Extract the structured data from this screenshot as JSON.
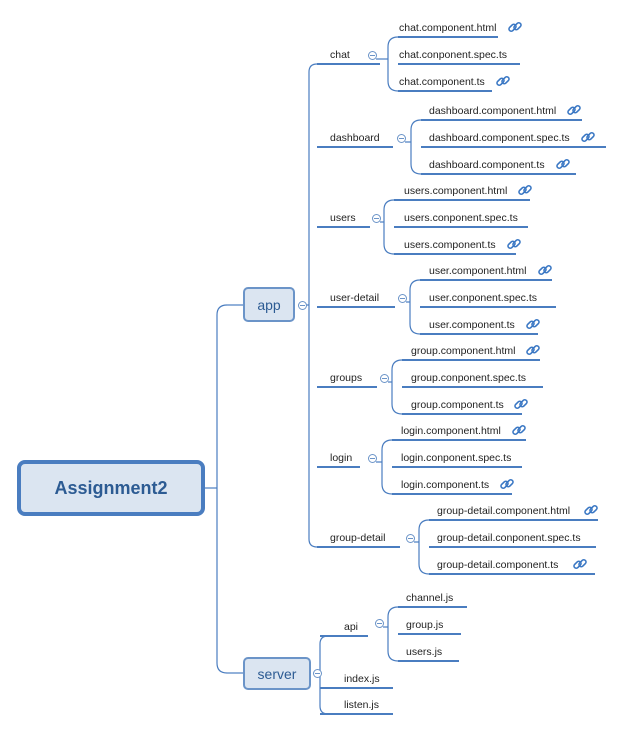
{
  "root": {
    "label": "Assignment2"
  },
  "app": {
    "label": "app",
    "groups": [
      {
        "label": "chat",
        "files": [
          {
            "name": "chat.component.html",
            "link": true
          },
          {
            "name": "chat.conponent.spec.ts",
            "link": false
          },
          {
            "name": "chat.component.ts",
            "link": true
          }
        ]
      },
      {
        "label": "dashboard",
        "files": [
          {
            "name": "dashboard.component.html",
            "link": true
          },
          {
            "name": "dashboard.component.spec.ts",
            "link": true
          },
          {
            "name": "dashboard.component.ts",
            "link": true
          }
        ]
      },
      {
        "label": "users",
        "files": [
          {
            "name": "users.component.html",
            "link": true
          },
          {
            "name": "users.conponent.spec.ts",
            "link": false
          },
          {
            "name": "users.component.ts",
            "link": true
          }
        ]
      },
      {
        "label": "user-detail",
        "files": [
          {
            "name": "user.component.html",
            "link": true
          },
          {
            "name": "user.conponent.spec.ts",
            "link": false
          },
          {
            "name": "user.component.ts",
            "link": true
          }
        ]
      },
      {
        "label": "groups",
        "files": [
          {
            "name": "group.component.html",
            "link": true
          },
          {
            "name": "group.conponent.spec.ts",
            "link": false
          },
          {
            "name": "group.component.ts",
            "link": true
          }
        ]
      },
      {
        "label": "login",
        "files": [
          {
            "name": "login.component.html",
            "link": true
          },
          {
            "name": "login.conponent.spec.ts",
            "link": false
          },
          {
            "name": "login.component.ts",
            "link": true
          }
        ]
      },
      {
        "label": "group-detail",
        "files": [
          {
            "name": "group-detail.component.html",
            "link": true
          },
          {
            "name": "group-detail.conponent.spec.ts",
            "link": false
          },
          {
            "name": "group-detail.component.ts",
            "link": true
          }
        ]
      }
    ]
  },
  "server": {
    "label": "server",
    "api": {
      "label": "api",
      "files": [
        "channel.js",
        "group.js",
        "users.js"
      ]
    },
    "files": [
      "index.js",
      "listen.js"
    ]
  },
  "colors": {
    "line": "#4a7dc0",
    "node_fill": "#dbe5f1",
    "node_text": "#2c5b93",
    "link_icon": "#3b78c4"
  }
}
